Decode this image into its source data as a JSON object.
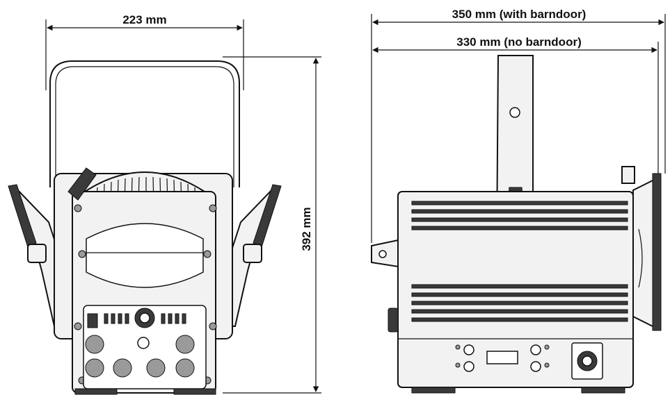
{
  "dimensions": {
    "front_width": "223 mm",
    "height": "392 mm",
    "side_width_with_barndoor": "350 mm (with barndoor)",
    "side_width_no_barndoor": "330 mm (no barndoor)"
  }
}
